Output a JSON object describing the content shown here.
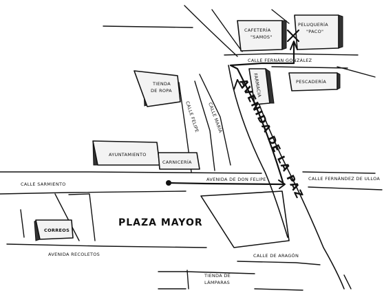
{
  "labels": {
    "cafeteria_line1": "CAFETERÍA",
    "cafeteria_line2": "\"SAMOS\"",
    "peluqueria_line1": "PELUQUERÍA",
    "peluqueria_line2": "\"PACO\"",
    "calle_fernan_gonzalez": "CALLE FERNÁN GONZÁLEZ",
    "farmacia": "FARMACIA",
    "pescaderia": "PESCADERÍA",
    "tienda_ropa_line1": "TIENDA",
    "tienda_ropa_line2": "DE ROPA",
    "calle_felipe": "CALLE FELIPE",
    "calle_maria": "CALLE MARÍA",
    "avenida_de_la_paz": "AVENIDA DE LA PAZ",
    "ayuntamiento": "AYUNTAMIENTO",
    "carniceria": "CARNICERÍA",
    "avenida_don_felipe": "AVENIDA DE DON FELIPE",
    "calle_fernandez_ulloa": "CALLE FERNÁNDEZ DE ULLOA",
    "calle_sarmiento": "CALLE SARMIENTO",
    "plaza_mayor": "PLAZA MAYOR",
    "correos": "CORREOS",
    "avenida_recoletos": "AVENIDA RECOLETOS",
    "calle_aragon": "CALLE DE ARAGÓN",
    "tienda_lamparas_line1": "TIENDA DE",
    "tienda_lamparas_line2": "LÁMPARAS"
  },
  "icons": {
    "destination": "x-mark-icon",
    "start": "start-dot-icon"
  },
  "colors": {
    "ink": "#111111",
    "paper": "#ffffff"
  }
}
